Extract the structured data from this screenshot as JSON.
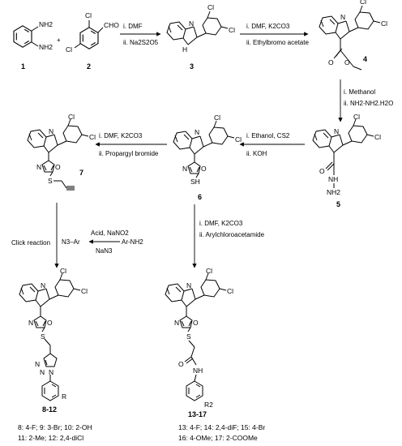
{
  "compounds": {
    "c1": "1",
    "c2": "2",
    "c3": "3",
    "c4": "4",
    "c5": "5",
    "c6": "6",
    "c7": "7",
    "c8_12": "8-12",
    "c13_17": "13-17"
  },
  "atoms": {
    "nh2": "NH2",
    "cl": "Cl",
    "cho": "CHO",
    "n": "N",
    "nh": "NH",
    "o": "O",
    "s": "S",
    "sh": "SH",
    "r": "R",
    "r2": "R2",
    "h": "H",
    "nh_amide": "NH"
  },
  "steps": {
    "s1": [
      "i. DMF",
      "ii. Na2S2O5"
    ],
    "s2": [
      "i. DMF, K2CO3",
      "ii. Ethylbromo acetate"
    ],
    "s3": [
      "i. Methanol",
      "ii. NH2-NH2.H2O"
    ],
    "s4": [
      "i. Ethanol, CS2",
      "ii. KOH"
    ],
    "s5": [
      "i. DMF, K2CO3",
      "ii. Propargyl bromide"
    ],
    "s6": [
      "i. DMF, K2CO3",
      "ii. Arylchloroacetamide"
    ],
    "azide": {
      "click": "Click reaction",
      "reagent_top": "Acid, NaNO2",
      "reagent_bottom": "NaN3",
      "product": "N3–Ar",
      "start": "Ar-NH2"
    }
  },
  "footnotes": {
    "left": [
      "8: 4-F; 9: 3-Br; 10: 2-OH",
      "11: 2-Me; 12: 2,4-diCl"
    ],
    "right": [
      "13: 4-F; 14: 2,4-diF; 15: 4-Br",
      "16: 4-OMe; 17: 2-COOMe"
    ]
  }
}
